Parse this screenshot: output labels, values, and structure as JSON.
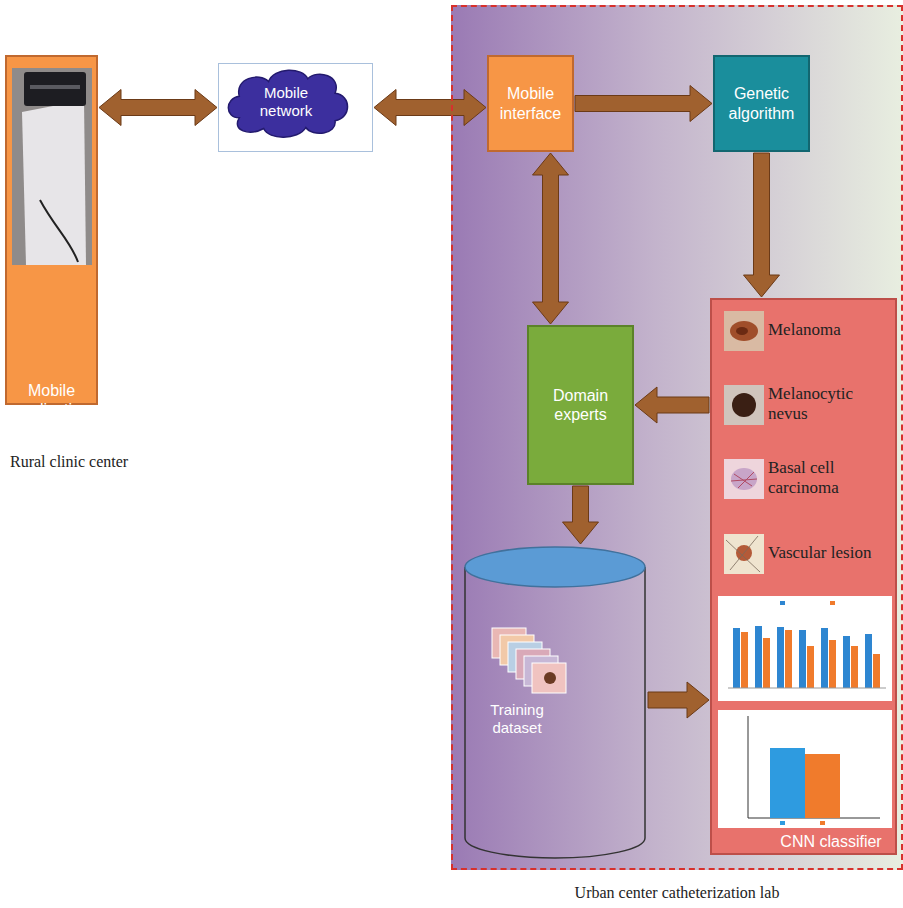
{
  "diagram": {
    "nodes": [
      {
        "text": [
          "Mobile application"
        ]
      },
      {
        "text": [
          "Mobile network"
        ]
      },
      {
        "text": [
          "Urban center catheterization lab"
        ]
      },
      {
        "text": [
          "Mobile interface"
        ],
        "in": 2
      },
      {
        "text": [
          "Genetic algorithm"
        ],
        "in": 2
      },
      {
        "text": [
          "Domain experts"
        ],
        "in": 2
      },
      {
        "text": [
          "Melanoma",
          "Melanocytic nevus",
          "Basal cell carcinoma",
          "Vascular lesion",
          "CNN classifier"
        ],
        "in": 2
      },
      {
        "text": [
          "Training dataset"
        ],
        "in": 2
      }
    ],
    "edges": [
      {
        "from": 0,
        "to": 1,
        "arrow": "both"
      },
      {
        "from": 1,
        "to": 3,
        "arrow": "both"
      },
      {
        "from": 3,
        "to": 4,
        "arrow": "to"
      },
      {
        "from": 4,
        "to": 6,
        "arrow": "to"
      },
      {
        "from": 6,
        "to": 5,
        "arrow": "to"
      },
      {
        "from": 5,
        "to": 3,
        "arrow": "both"
      },
      {
        "from": 5,
        "to": 7,
        "arrow": "to"
      },
      {
        "from": 7,
        "to": 6,
        "arrow": "to"
      }
    ],
    "labels": [
      "Rural clinic center"
    ]
  }
}
